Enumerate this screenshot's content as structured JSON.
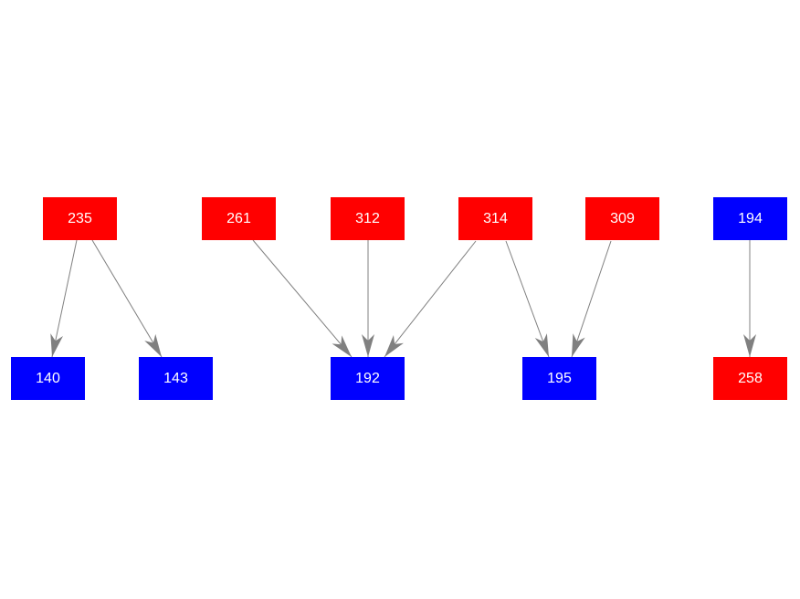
{
  "diagram": {
    "type": "directed-graph",
    "background_color": "#ffffff",
    "edge_color": "#808080",
    "text_color": "#ffffff",
    "node_colors": {
      "red": "#ff0000",
      "blue": "#0000ff"
    },
    "nodes": [
      {
        "id": "235",
        "label": "235",
        "fill": "#ff0000",
        "row": "top"
      },
      {
        "id": "261",
        "label": "261",
        "fill": "#ff0000",
        "row": "top"
      },
      {
        "id": "312",
        "label": "312",
        "fill": "#ff0000",
        "row": "top"
      },
      {
        "id": "314",
        "label": "314",
        "fill": "#ff0000",
        "row": "top"
      },
      {
        "id": "309",
        "label": "309",
        "fill": "#ff0000",
        "row": "top"
      },
      {
        "id": "194",
        "label": "194",
        "fill": "#0000ff",
        "row": "top"
      },
      {
        "id": "140",
        "label": "140",
        "fill": "#0000ff",
        "row": "bottom"
      },
      {
        "id": "143",
        "label": "143",
        "fill": "#0000ff",
        "row": "bottom"
      },
      {
        "id": "192",
        "label": "192",
        "fill": "#0000ff",
        "row": "bottom"
      },
      {
        "id": "195",
        "label": "195",
        "fill": "#0000ff",
        "row": "bottom"
      },
      {
        "id": "258",
        "label": "258",
        "fill": "#ff0000",
        "row": "bottom"
      }
    ],
    "edges": [
      {
        "from": "235",
        "to": "140"
      },
      {
        "from": "235",
        "to": "143"
      },
      {
        "from": "261",
        "to": "192"
      },
      {
        "from": "312",
        "to": "192"
      },
      {
        "from": "314",
        "to": "192"
      },
      {
        "from": "314",
        "to": "195"
      },
      {
        "from": "309",
        "to": "195"
      },
      {
        "from": "194",
        "to": "258"
      }
    ]
  }
}
